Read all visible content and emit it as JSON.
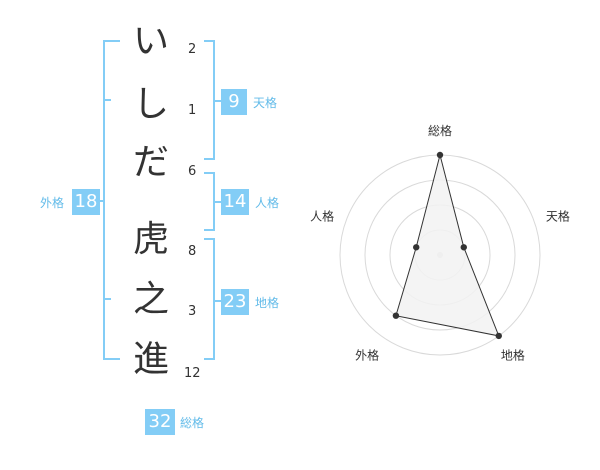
{
  "name_chars": [
    {
      "char": "い",
      "strokes": "2"
    },
    {
      "char": "し",
      "strokes": "1"
    },
    {
      "char": "だ",
      "strokes": "6"
    },
    {
      "char": "虎",
      "strokes": "8"
    },
    {
      "char": "之",
      "strokes": "3"
    },
    {
      "char": "進",
      "strokes": "12"
    }
  ],
  "kakusu": {
    "tenkaku": {
      "value": "9",
      "label": "天格"
    },
    "jinkaku": {
      "value": "14",
      "label": "人格"
    },
    "chikaku": {
      "value": "23",
      "label": "地格"
    },
    "gaikaku": {
      "value": "18",
      "label": "外格"
    },
    "soukaku": {
      "value": "32",
      "label": "総格"
    }
  },
  "radar": {
    "axes": [
      "総格",
      "天格",
      "地格",
      "外格",
      "人格"
    ],
    "values": [
      4,
      1,
      4,
      3,
      1
    ],
    "max": 4,
    "colors": {
      "ring": "#d9d9d9",
      "fill": "#f2f2f2",
      "line": "#333333",
      "center": "#d9d9d9"
    }
  },
  "colors": {
    "accent": "#83cdf6",
    "label": "#62bbe9",
    "text": "#333333"
  }
}
